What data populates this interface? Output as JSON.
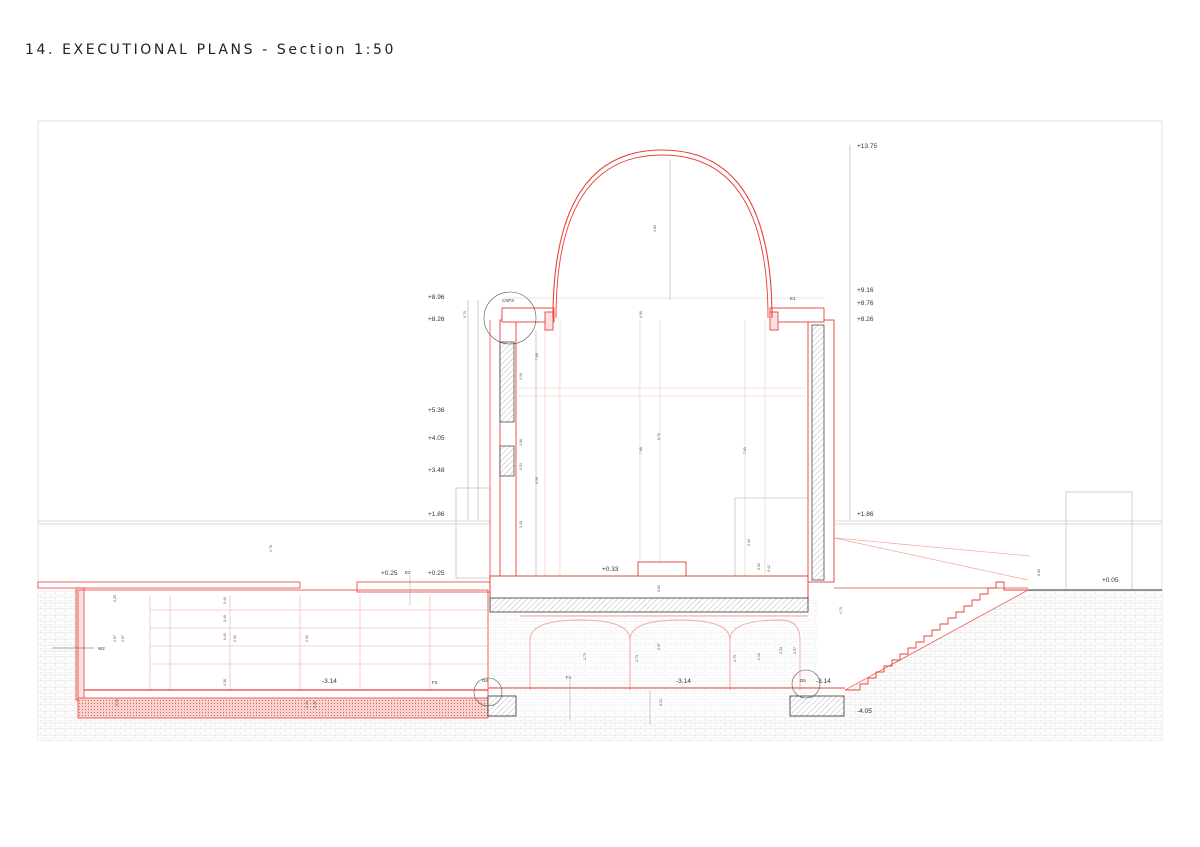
{
  "title": "14. EXECUTIONAL PLANS - Section 1:50",
  "levels": {
    "top": "+13.75",
    "left_896": "+8.96",
    "left_826": "+8.26",
    "right_916": "+9.16",
    "right_876": "+8.76",
    "right_826": "+8.26",
    "l536": "+5.36",
    "l405": "+4.05",
    "l348": "+3.48",
    "l186": "+1.86",
    "r186": "+1.86",
    "p025a": "+0.25",
    "p025b": "+0.25",
    "p033": "+0.33",
    "p005": "+0.05",
    "m314a": "-3.14",
    "m314b": "-3.14",
    "m314c": "-3.14",
    "m405": "-4.05"
  },
  "tags": {
    "csp3": "CSP3",
    "w2": "W2",
    "e1": "E1",
    "e2": "E2",
    "f3": "F3",
    "d4": "D4",
    "d5": "D5",
    "f1": "F1"
  },
  "dims": {
    "d1": "4.60",
    "d2": "0.70",
    "d3": "0.90",
    "d4": "7.89",
    "d5": "3.10",
    "d6": "1.08",
    "d7": "0.51",
    "d8": "0.39",
    "d9": "7.88",
    "d10": "8.76",
    "d11": "7.81",
    "d12": "3.10",
    "d13": "1.76",
    "d14": "0.92",
    "d15": "2.10",
    "d16": "0.92",
    "d17": "0.42",
    "d18": "0.60",
    "d19": "0.25",
    "d20": "2.87",
    "d21": "2.97",
    "d22": "0.40",
    "d23": "0.40",
    "d24": "0.40",
    "d25": "0.38",
    "d26": "2.91",
    "d27": "2.91",
    "d28": "1.73",
    "d29": "1.73",
    "d30": "2.97",
    "d31": "1.73",
    "d32": "2.10",
    "d33": "2.33",
    "d34": "2.97",
    "d35": "0.22",
    "d36": "4.70",
    "d37": "0.26",
    "d38": "0.26",
    "d39": "0.25"
  },
  "colors": {
    "red": "#e8403a",
    "red_light": "#f3a5a0",
    "grey": "#9a9a9a",
    "dark": "#333333",
    "hatch": "#c8c8c8"
  }
}
